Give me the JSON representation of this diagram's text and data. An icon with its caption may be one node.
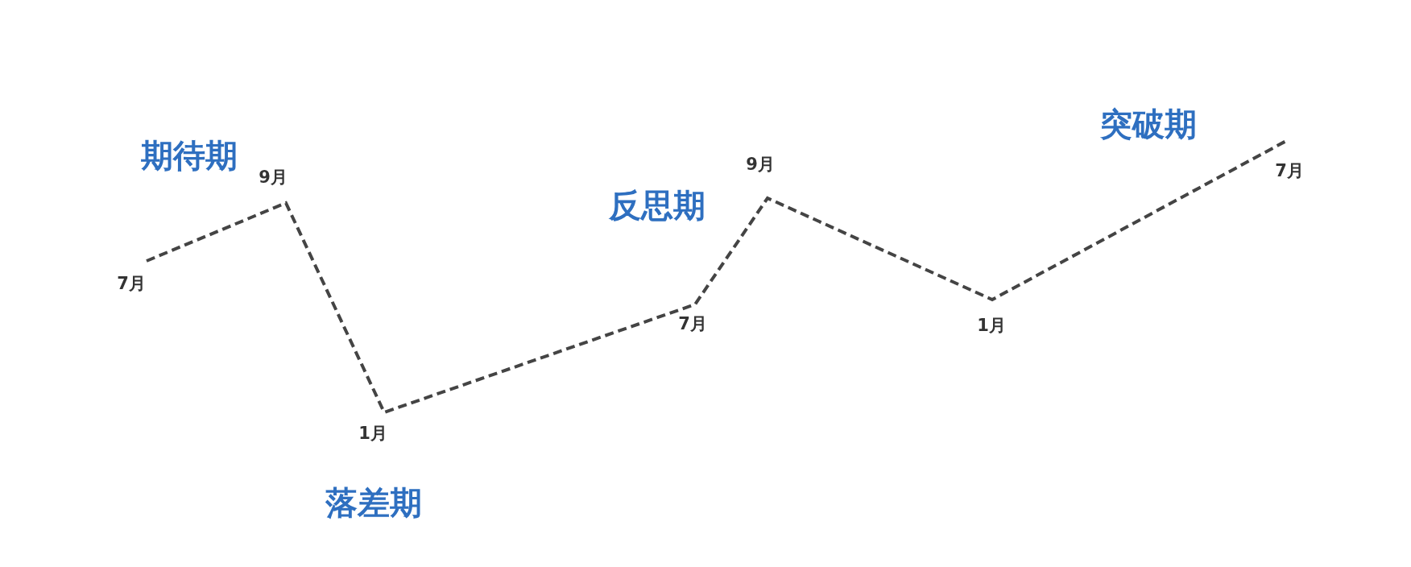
{
  "diagram": {
    "labels": [
      "期待期",
      "7月",
      "9月",
      "1月",
      "落差期",
      "反思期",
      "7月",
      "9月",
      "1月",
      "突破期",
      "7月"
    ]
  }
}
